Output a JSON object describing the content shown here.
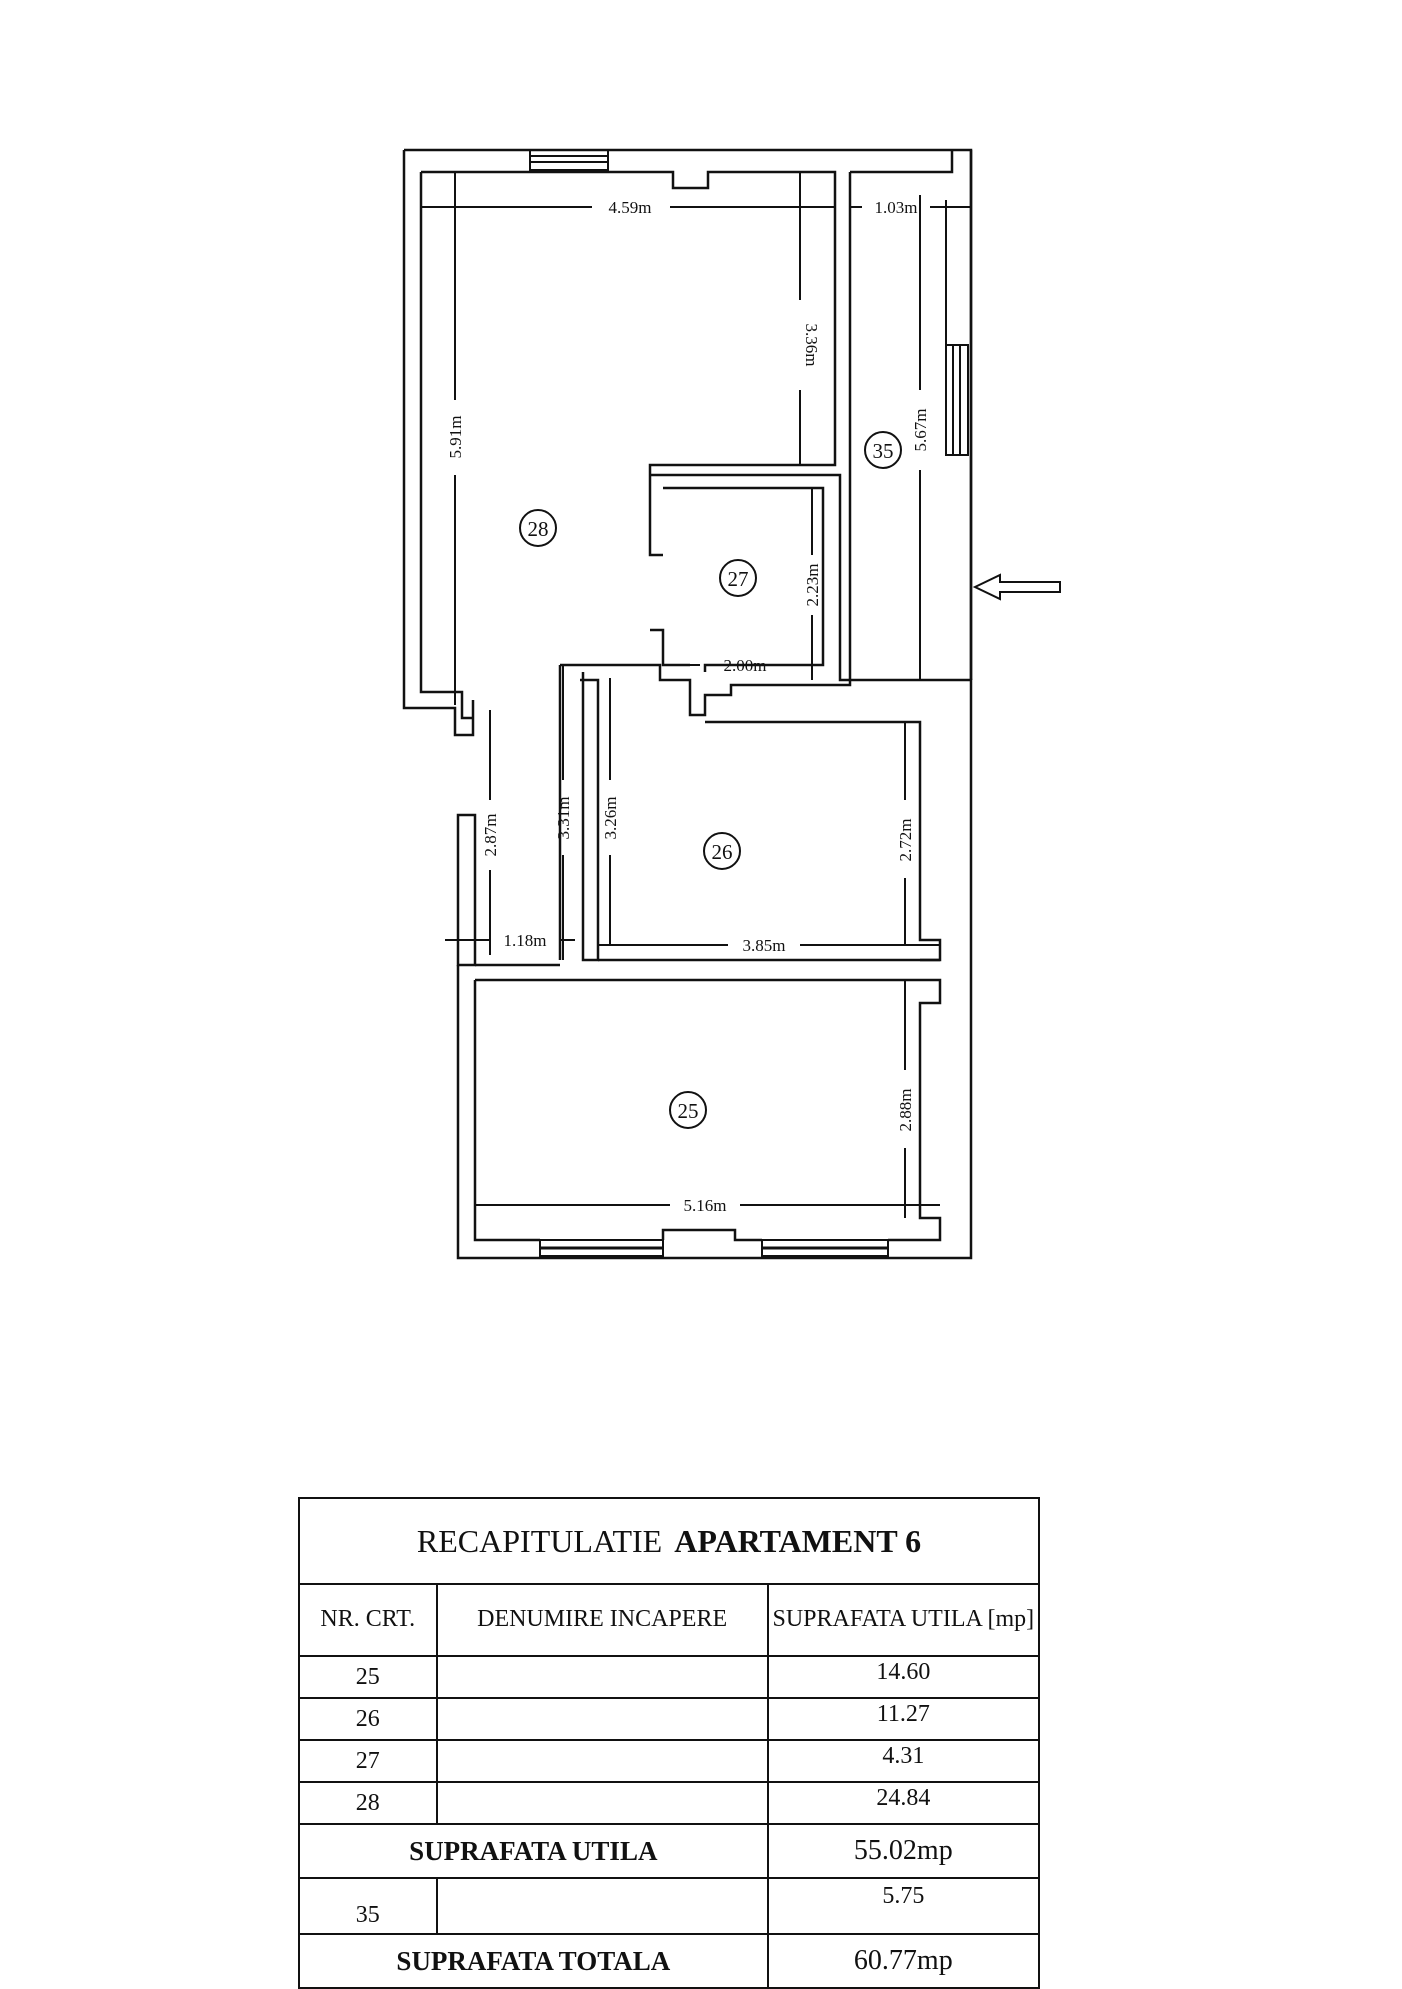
{
  "plan": {
    "dimensions": {
      "d459": "4.59m",
      "d103": "1.03m",
      "d336": "3.36m",
      "d591": "5.91m",
      "d567": "5.67m",
      "d223": "2.23m",
      "d200": "2.00m",
      "d287": "2.87m",
      "d331": "3.31m",
      "d326": "3.26m",
      "d272": "2.72m",
      "d118": "1.18m",
      "d385": "3.85m",
      "d288": "2.88m",
      "d516": "5.16m"
    },
    "rooms": {
      "r28": "28",
      "r27": "27",
      "r35": "35",
      "r26": "26",
      "r25": "25"
    }
  },
  "summary": {
    "title_prefix": "RECAPITULATIE",
    "title_bold": "APARTAMENT 6",
    "headers": {
      "nr": "NR. CRT.",
      "name": "DENUMIRE INCAPERE",
      "area": "SUPRAFATA UTILA [mp]"
    },
    "rows": [
      {
        "nr": "25",
        "name": "",
        "area": "14.60"
      },
      {
        "nr": "26",
        "name": "",
        "area": "11.27"
      },
      {
        "nr": "27",
        "name": "",
        "area": "4.31"
      },
      {
        "nr": "28",
        "name": "",
        "area": "24.84"
      }
    ],
    "usable_label": "SUPRAFATA UTILA",
    "usable_value": "55.02mp",
    "extra_row": {
      "nr": "35",
      "name": "",
      "area": "5.75"
    },
    "total_label": "SUPRAFATA TOTALA",
    "total_value": "60.77mp"
  }
}
